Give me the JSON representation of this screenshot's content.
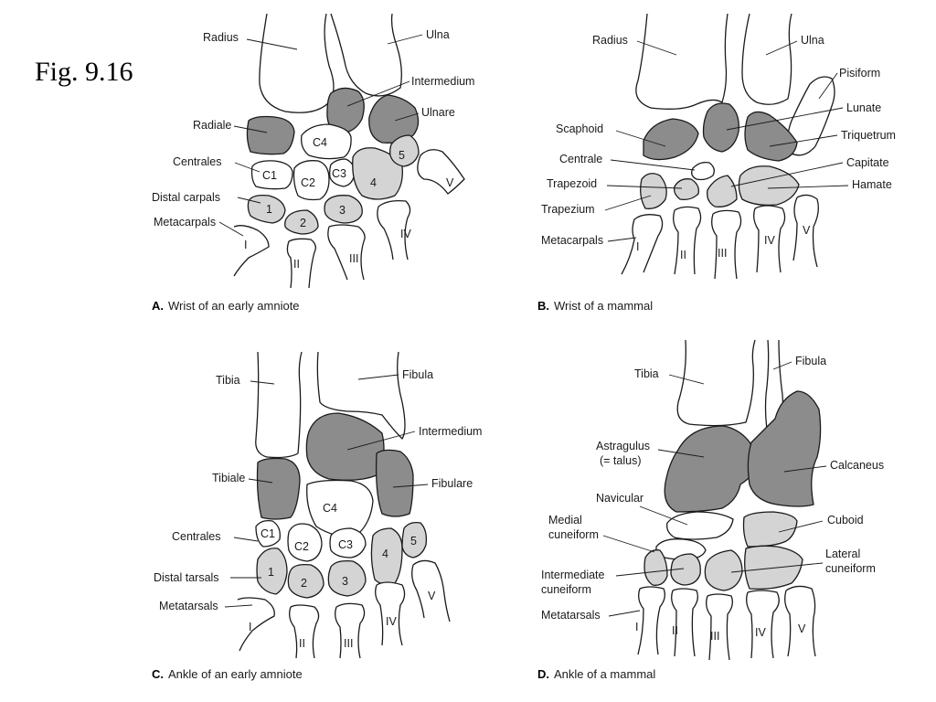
{
  "figure_title": "Fig. 9.16",
  "colors": {
    "dark_bone": "#8c8c8c",
    "light_bone": "#d4d4d4",
    "outline": "#1a1a1a"
  },
  "panelA": {
    "letter": "A.",
    "caption": "Wrist of an early amniote",
    "labels": {
      "radius": "Radius",
      "ulna": "Ulna",
      "intermedium": "Intermedium",
      "radiale": "Radiale",
      "ulnare": "Ulnare",
      "centrales": "Centrales",
      "distal_carpals": "Distal carpals",
      "metacarpals": "Metacarpals"
    },
    "bones": {
      "c1": "C1",
      "c2": "C2",
      "c3": "C3",
      "c4": "C4",
      "d1": "1",
      "d2": "2",
      "d3": "3",
      "d4": "4",
      "d5": "5",
      "m1": "I",
      "m2": "II",
      "m3": "III",
      "m4": "IV",
      "m5": "V"
    }
  },
  "panelB": {
    "letter": "B.",
    "caption": "Wrist of a mammal",
    "labels": {
      "radius": "Radius",
      "ulna": "Ulna",
      "pisiform": "Pisiform",
      "lunate": "Lunate",
      "scaphoid": "Scaphoid",
      "triquetrum": "Triquetrum",
      "centrale": "Centrale",
      "capitate": "Capitate",
      "trapezoid": "Trapezoid",
      "hamate": "Hamate",
      "trapezium": "Trapezium",
      "metacarpals": "Metacarpals"
    },
    "bones": {
      "m1": "I",
      "m2": "II",
      "m3": "III",
      "m4": "IV",
      "m5": "V"
    }
  },
  "panelC": {
    "letter": "C.",
    "caption": "Ankle of an early amniote",
    "labels": {
      "tibia": "Tibia",
      "fibula": "Fibula",
      "intermedium": "Intermedium",
      "tibiale": "Tibiale",
      "fibulare": "Fibulare",
      "centrales": "Centrales",
      "distal_tarsals": "Distal tarsals",
      "metatarsals": "Metatarsals"
    },
    "bones": {
      "c1": "C1",
      "c2": "C2",
      "c3": "C3",
      "c4": "C4",
      "d1": "1",
      "d2": "2",
      "d3": "3",
      "d4": "4",
      "d5": "5",
      "m1": "I",
      "m2": "II",
      "m3": "III",
      "m4": "IV",
      "m5": "V"
    }
  },
  "panelD": {
    "letter": "D.",
    "caption": "Ankle of a mammal",
    "labels": {
      "tibia": "Tibia",
      "fibula": "Fibula",
      "astragulus_1": "Astragulus",
      "astragulus_2": "(= talus)",
      "calcaneus": "Calcaneus",
      "navicular": "Navicular",
      "cuboid": "Cuboid",
      "medial_1": "Medial",
      "medial_2": "cuneiform",
      "lateral_1": "Lateral",
      "lateral_2": "cuneiform",
      "intermediate_1": "Intermediate",
      "intermediate_2": "cuneiform",
      "metatarsals": "Metatarsals"
    },
    "bones": {
      "m1": "I",
      "m2": "II",
      "m3": "III",
      "m4": "IV",
      "m5": "V"
    }
  }
}
